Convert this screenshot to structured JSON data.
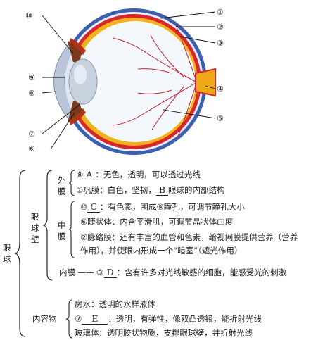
{
  "callouts": {
    "c1": "①",
    "c2": "②",
    "c3": "③",
    "c4": "④",
    "c5": "⑤",
    "c6": "⑥",
    "c7": "⑦",
    "c8": "⑧",
    "c9": "⑨",
    "c10": "⑩"
  },
  "colors": {
    "sclera": "#3d5fb0",
    "choroid": "#d8262a",
    "retina": "#f2b21b",
    "vitreous": "#f4f8fc",
    "lens": "#c9d3e0",
    "iris": "#7a3a1a",
    "optic_nerve": "#f0a818"
  },
  "tree": {
    "root": "眼球",
    "wall": "眼球壁",
    "outer": "外膜",
    "middle": "中膜",
    "inner": "内膜",
    "contents": "内容物",
    "outer_items": [
      {
        "prefix": "⑧",
        "answer": "A",
        "suffix": "：无色，透明，可以透过光线"
      },
      {
        "prefix": "①巩膜：白色，坚韧，",
        "answer": "B",
        "suffix": "眼球的内部结构"
      }
    ],
    "middle_items": [
      {
        "prefix": "⑩",
        "answer": "C",
        "suffix": "：有色素，围成⑨瞳孔，可调节瞳孔大小"
      },
      {
        "text": "⑥睫状体：内含平滑肌，可调节晶状体曲度"
      },
      {
        "text": "②脉络膜：还有丰富的血管和色素，给视网膜提供营养（营养"
      },
      {
        "text": "作用），并使眼内形成一个“暗室”（遮光作用）"
      }
    ],
    "inner_item": {
      "prefix": "内膜 —— ③",
      "answer": "D",
      "suffix": "：含有许多对光线敏感的细胞，能感受光的刺激"
    },
    "contents_items": [
      {
        "text": "房水：透明的水样液体"
      },
      {
        "prefix": "⑦",
        "answer": "E",
        "suffix": "：透明，有弹性，像双凸透镜，能折射光线"
      },
      {
        "text": "玻璃体：透明胶状物质，支撑眼球壁，并折射光线"
      }
    ]
  }
}
